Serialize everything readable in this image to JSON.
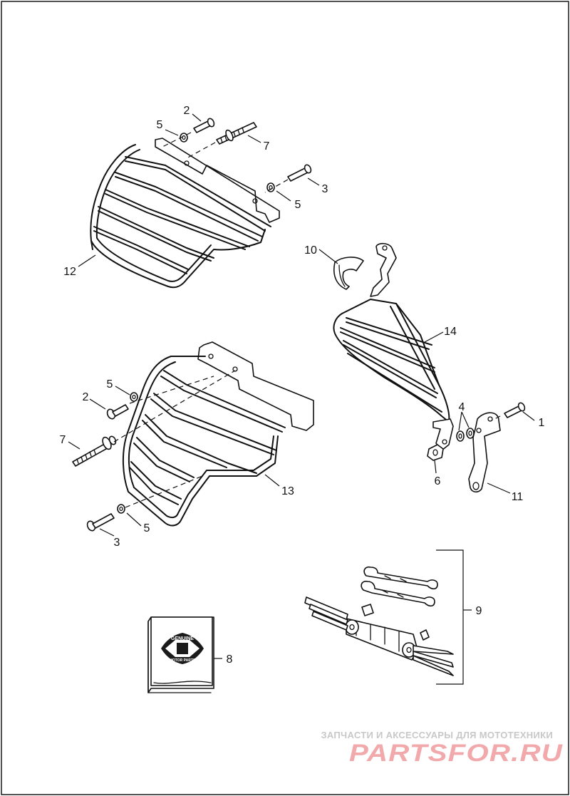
{
  "callouts": [
    {
      "id": "c2a",
      "label": "2"
    },
    {
      "id": "c5a",
      "label": "5"
    },
    {
      "id": "c7a",
      "label": "7"
    },
    {
      "id": "c3a",
      "label": "3"
    },
    {
      "id": "c5b",
      "label": "5"
    },
    {
      "id": "c12",
      "label": "12"
    },
    {
      "id": "c10",
      "label": "10"
    },
    {
      "id": "c14",
      "label": "14"
    },
    {
      "id": "c5c",
      "label": "5"
    },
    {
      "id": "c2b",
      "label": "2"
    },
    {
      "id": "c7b",
      "label": "7"
    },
    {
      "id": "c4",
      "label": "4"
    },
    {
      "id": "c1",
      "label": "1"
    },
    {
      "id": "c6",
      "label": "6"
    },
    {
      "id": "c11",
      "label": "11"
    },
    {
      "id": "c13",
      "label": "13"
    },
    {
      "id": "c3b",
      "label": "3"
    },
    {
      "id": "c5d",
      "label": "5"
    },
    {
      "id": "c9",
      "label": "9"
    },
    {
      "id": "c8",
      "label": "8"
    }
  ],
  "book": {
    "brand_top": "GENUINE",
    "brand_bottom": "MOTOR PARTS"
  },
  "watermark": {
    "tagline": "ЗАПЧАСТИ И АКСЕССУАРЫ ДЛЯ МОТОТЕХНИКИ",
    "logo": "PARTSFOR.RU"
  },
  "colors": {
    "line": "#111111",
    "watermark_logo": "#f1a9ab",
    "watermark_text": "#c8c8c8"
  }
}
